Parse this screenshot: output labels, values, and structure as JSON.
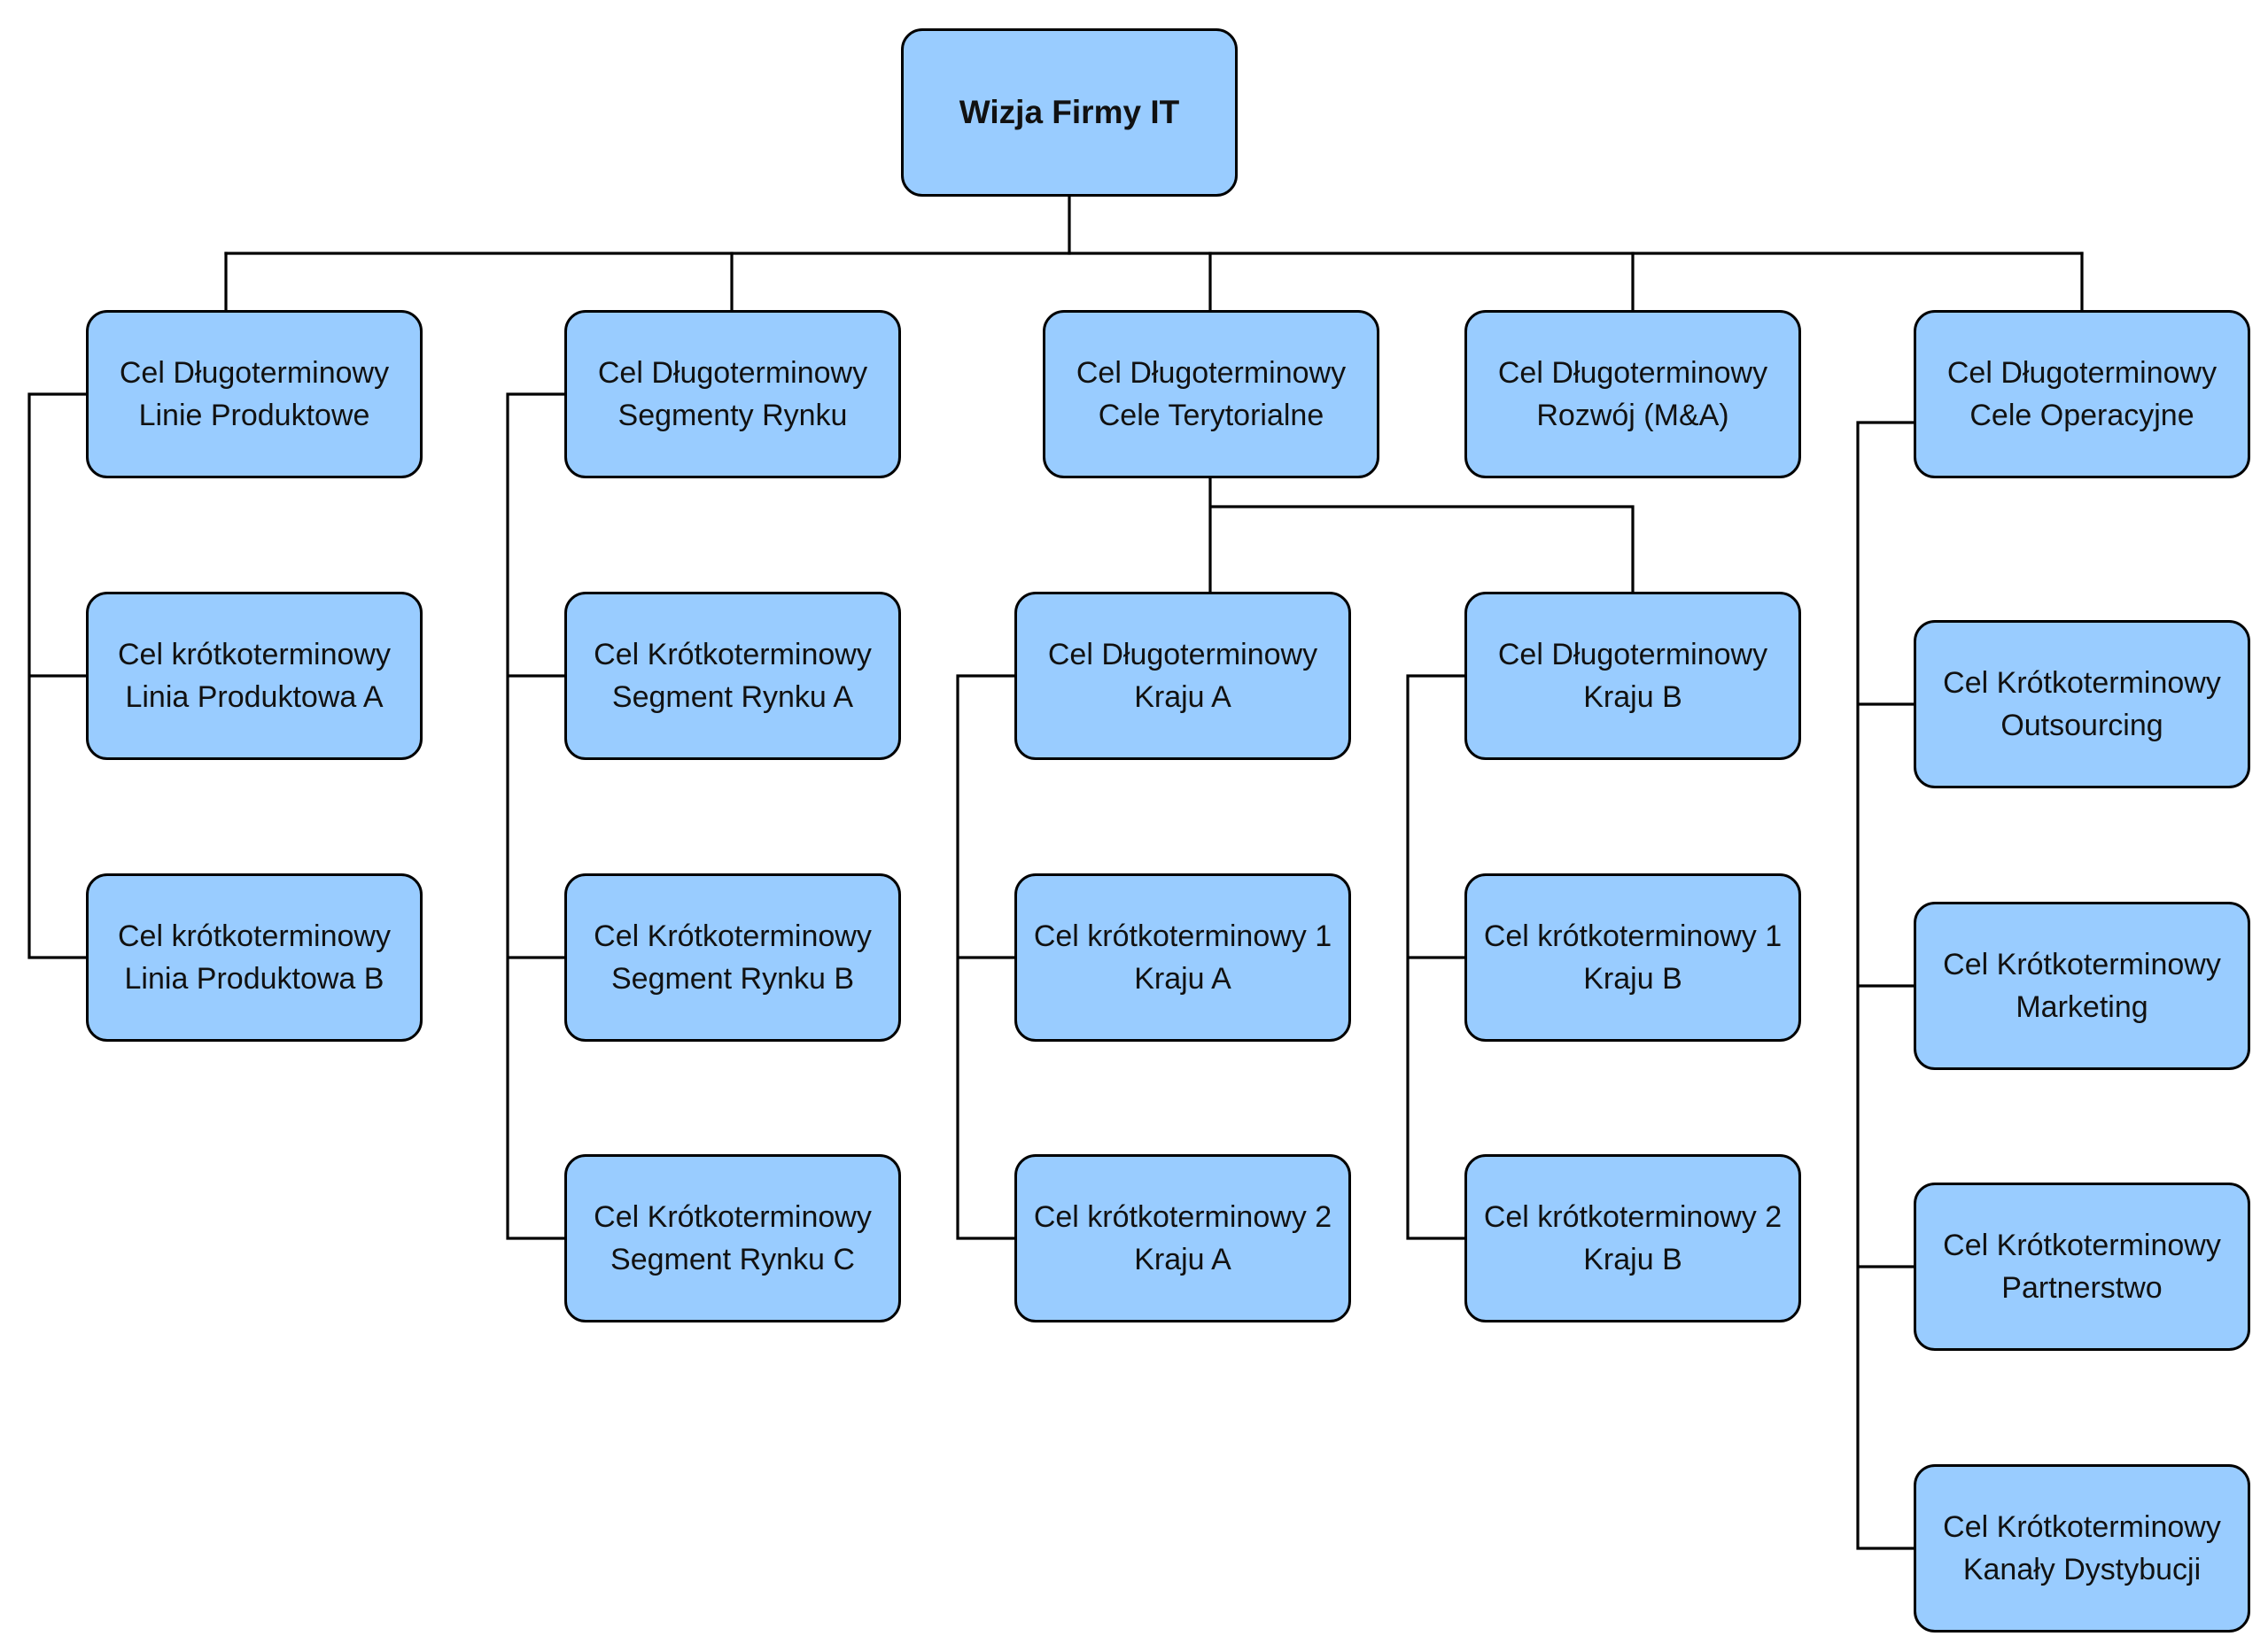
{
  "colors": {
    "node_fill": "#99ccff",
    "node_border": "#000000",
    "connector": "#000000",
    "background": "#ffffff"
  },
  "root": {
    "title": "Wizja Firmy IT"
  },
  "nodes": {
    "lt_produkty": {
      "line1": "Cel Długoterminowy",
      "line2": "Linie Produktowe"
    },
    "st_produkt_a": {
      "line1": "Cel krótkoterminowy",
      "line2": "Linia Produktowa A"
    },
    "st_produkt_b": {
      "line1": "Cel krótkoterminowy",
      "line2": "Linia Produktowa B"
    },
    "lt_segmenty": {
      "line1": "Cel Długoterminowy",
      "line2": "Segmenty Rynku"
    },
    "st_segment_a": {
      "line1": "Cel Krótkoterminowy",
      "line2": "Segment Rynku A"
    },
    "st_segment_b": {
      "line1": "Cel Krótkoterminowy",
      "line2": "Segment Rynku B"
    },
    "st_segment_c": {
      "line1": "Cel Krótkoterminowy",
      "line2": "Segment Rynku C"
    },
    "lt_terytorialne": {
      "line1": "Cel Długoterminowy",
      "line2": "Cele Terytorialne"
    },
    "lt_kraj_a": {
      "line1": "Cel Długoterminowy",
      "line2": "Kraju A"
    },
    "st_kraj_a_1": {
      "line1": "Cel krótkoterminowy 1",
      "line2": "Kraju A"
    },
    "st_kraj_a_2": {
      "line1": "Cel krótkoterminowy 2",
      "line2": "Kraju A"
    },
    "lt_kraj_b": {
      "line1": "Cel Długoterminowy",
      "line2": "Kraju B"
    },
    "st_kraj_b_1": {
      "line1": "Cel krótkoterminowy 1",
      "line2": "Kraju B"
    },
    "st_kraj_b_2": {
      "line1": "Cel krótkoterminowy 2",
      "line2": "Kraju B"
    },
    "lt_rozwoj": {
      "line1": "Cel Długoterminowy",
      "line2": "Rozwój (M&A)"
    },
    "lt_operacyjne": {
      "line1": "Cel Długoterminowy",
      "line2": "Cele Operacyjne"
    },
    "st_outsourcing": {
      "line1": "Cel Krótkoterminowy",
      "line2": "Outsourcing"
    },
    "st_marketing": {
      "line1": "Cel Krótkoterminowy",
      "line2": "Marketing"
    },
    "st_partnerstwo": {
      "line1": "Cel Krótkoterminowy",
      "line2": "Partnerstwo"
    },
    "st_kanaly": {
      "line1": "Cel Krótkoterminowy",
      "line2": "Kanały Dystybucji"
    }
  }
}
